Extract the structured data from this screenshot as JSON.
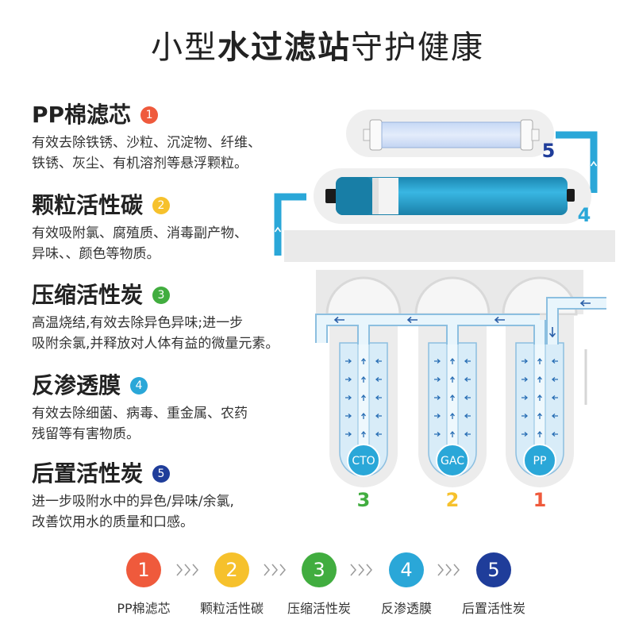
{
  "title": {
    "part1": "小型",
    "part2": "水过滤站",
    "part3": "守护健康"
  },
  "colors": {
    "stage1": "#ef5a3c",
    "stage2": "#f6c12c",
    "stage3": "#41ad3f",
    "stage4": "#2aa7d8",
    "stage5": "#1f3d9a",
    "pipe": "#2aa7d8",
    "label_circle": "#2aa7d8"
  },
  "sections": [
    {
      "heading": "PP棉滤芯",
      "badge": "1",
      "lines": [
        "有效去除铁锈、沙粒、沉淀物、纤维、",
        "铁锈、灰尘、有机溶剂等悬浮颗粒。"
      ]
    },
    {
      "heading": "颗粒活性碳",
      "badge": "2",
      "lines": [
        "有效吸附氯、腐殖质、消毒副产物、",
        "异味、、颜色等物质。"
      ]
    },
    {
      "heading": "压缩活性炭",
      "badge": "3",
      "lines": [
        "高温烧结,有效去除异色异味;进一步",
        "吸附余氯,并释放对人体有益的微量元素。"
      ]
    },
    {
      "heading": "反渗透膜",
      "badge": "4",
      "lines": [
        "有效去除细菌、病毒、重金属、农药",
        "残留等有害物质。"
      ]
    },
    {
      "heading": "后置活性炭",
      "badge": "5",
      "lines": [
        "进一步吸附水中的异色/异味/余氯,",
        "改善饮用水的质量和口感。"
      ]
    }
  ],
  "diagram": {
    "label_5": "5",
    "label_4": "4",
    "canisters": [
      {
        "label": "CTO",
        "number": "3"
      },
      {
        "label": "GAC",
        "number": "2"
      },
      {
        "label": "PP",
        "number": "1"
      }
    ]
  },
  "flow": [
    {
      "number": "1",
      "label": "PP棉滤芯"
    },
    {
      "number": "2",
      "label": "颗粒活性碳"
    },
    {
      "number": "3",
      "label": "压缩活性炭"
    },
    {
      "number": "4",
      "label": "反渗透膜"
    },
    {
      "number": "5",
      "label": "后置活性炭"
    }
  ]
}
